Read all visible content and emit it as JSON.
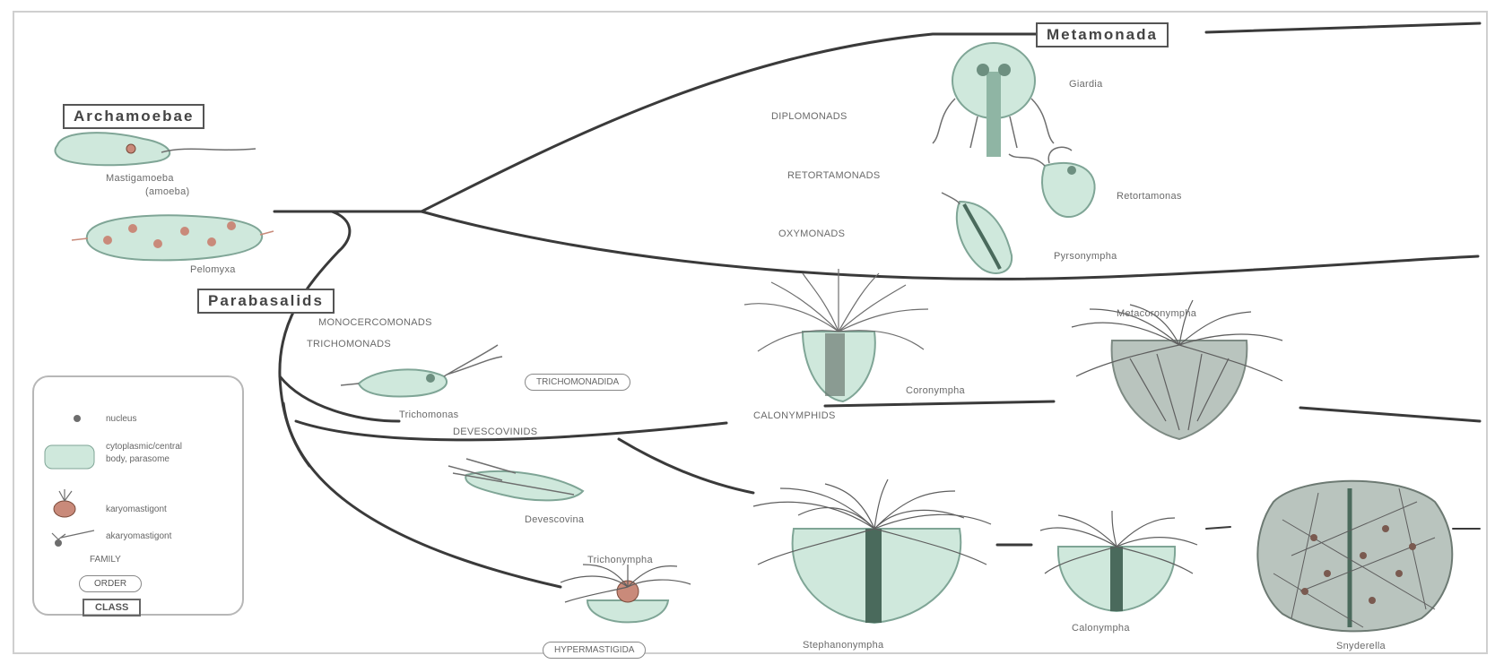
{
  "taxa": {
    "metamonada": "Metamonada",
    "archamoebae": "Archamoebae",
    "parabasalids": "Parabasalids"
  },
  "groups": {
    "diplomonads": "DIPLOMONADS",
    "retortamonads": "RETORTAMONADS",
    "oxymonads": "OXYMONADS",
    "monocercomonads": "MONOCERCOMONADS",
    "trichomonads": "TRICHOMONADS",
    "trichomonadida": "TRICHOMONADIDA",
    "calonymphids": "CALONYMPHIDS",
    "devescovinids": "DEVESCOVINIDS",
    "hypermastigida": "HYPERMASTIGIDA"
  },
  "organisms": {
    "giardia": "Giardia",
    "retortamonas": "Retortamonas",
    "pyrsonympha": "Pyrsonympha",
    "mastigamoeba": "Mastigamoeba",
    "mastigamoeba_sub": "(amoeba)",
    "pelomyxa": "Pelomyxa",
    "trichomonas": "Trichomonas",
    "coronympha": "Coronympha",
    "metacoronympha": "Metacoronympha",
    "devescovina": "Devescovina",
    "trichonympha_top": "Trichonympha",
    "stephanonympha": "Stephanonympha",
    "calonympha": "Calonympha",
    "snyderella": "Snyderella"
  },
  "legend": {
    "nucleus": "nucleus",
    "cytoplasm_line1": "cytoplasmic/central",
    "cytoplasm_line2": "body, parasome",
    "karyomastigont": "karyomastigont",
    "akaryomastigont": "akaryomastigont",
    "family": "FAMILY",
    "order": "ORDER",
    "class": "CLASS"
  },
  "colors": {
    "branch": "#3a3a3a",
    "cell_fill": "#cfe8dc",
    "cell_stroke": "#7fa596",
    "nucleus": "#c98a7a",
    "flagella": "#6e6e6e"
  }
}
